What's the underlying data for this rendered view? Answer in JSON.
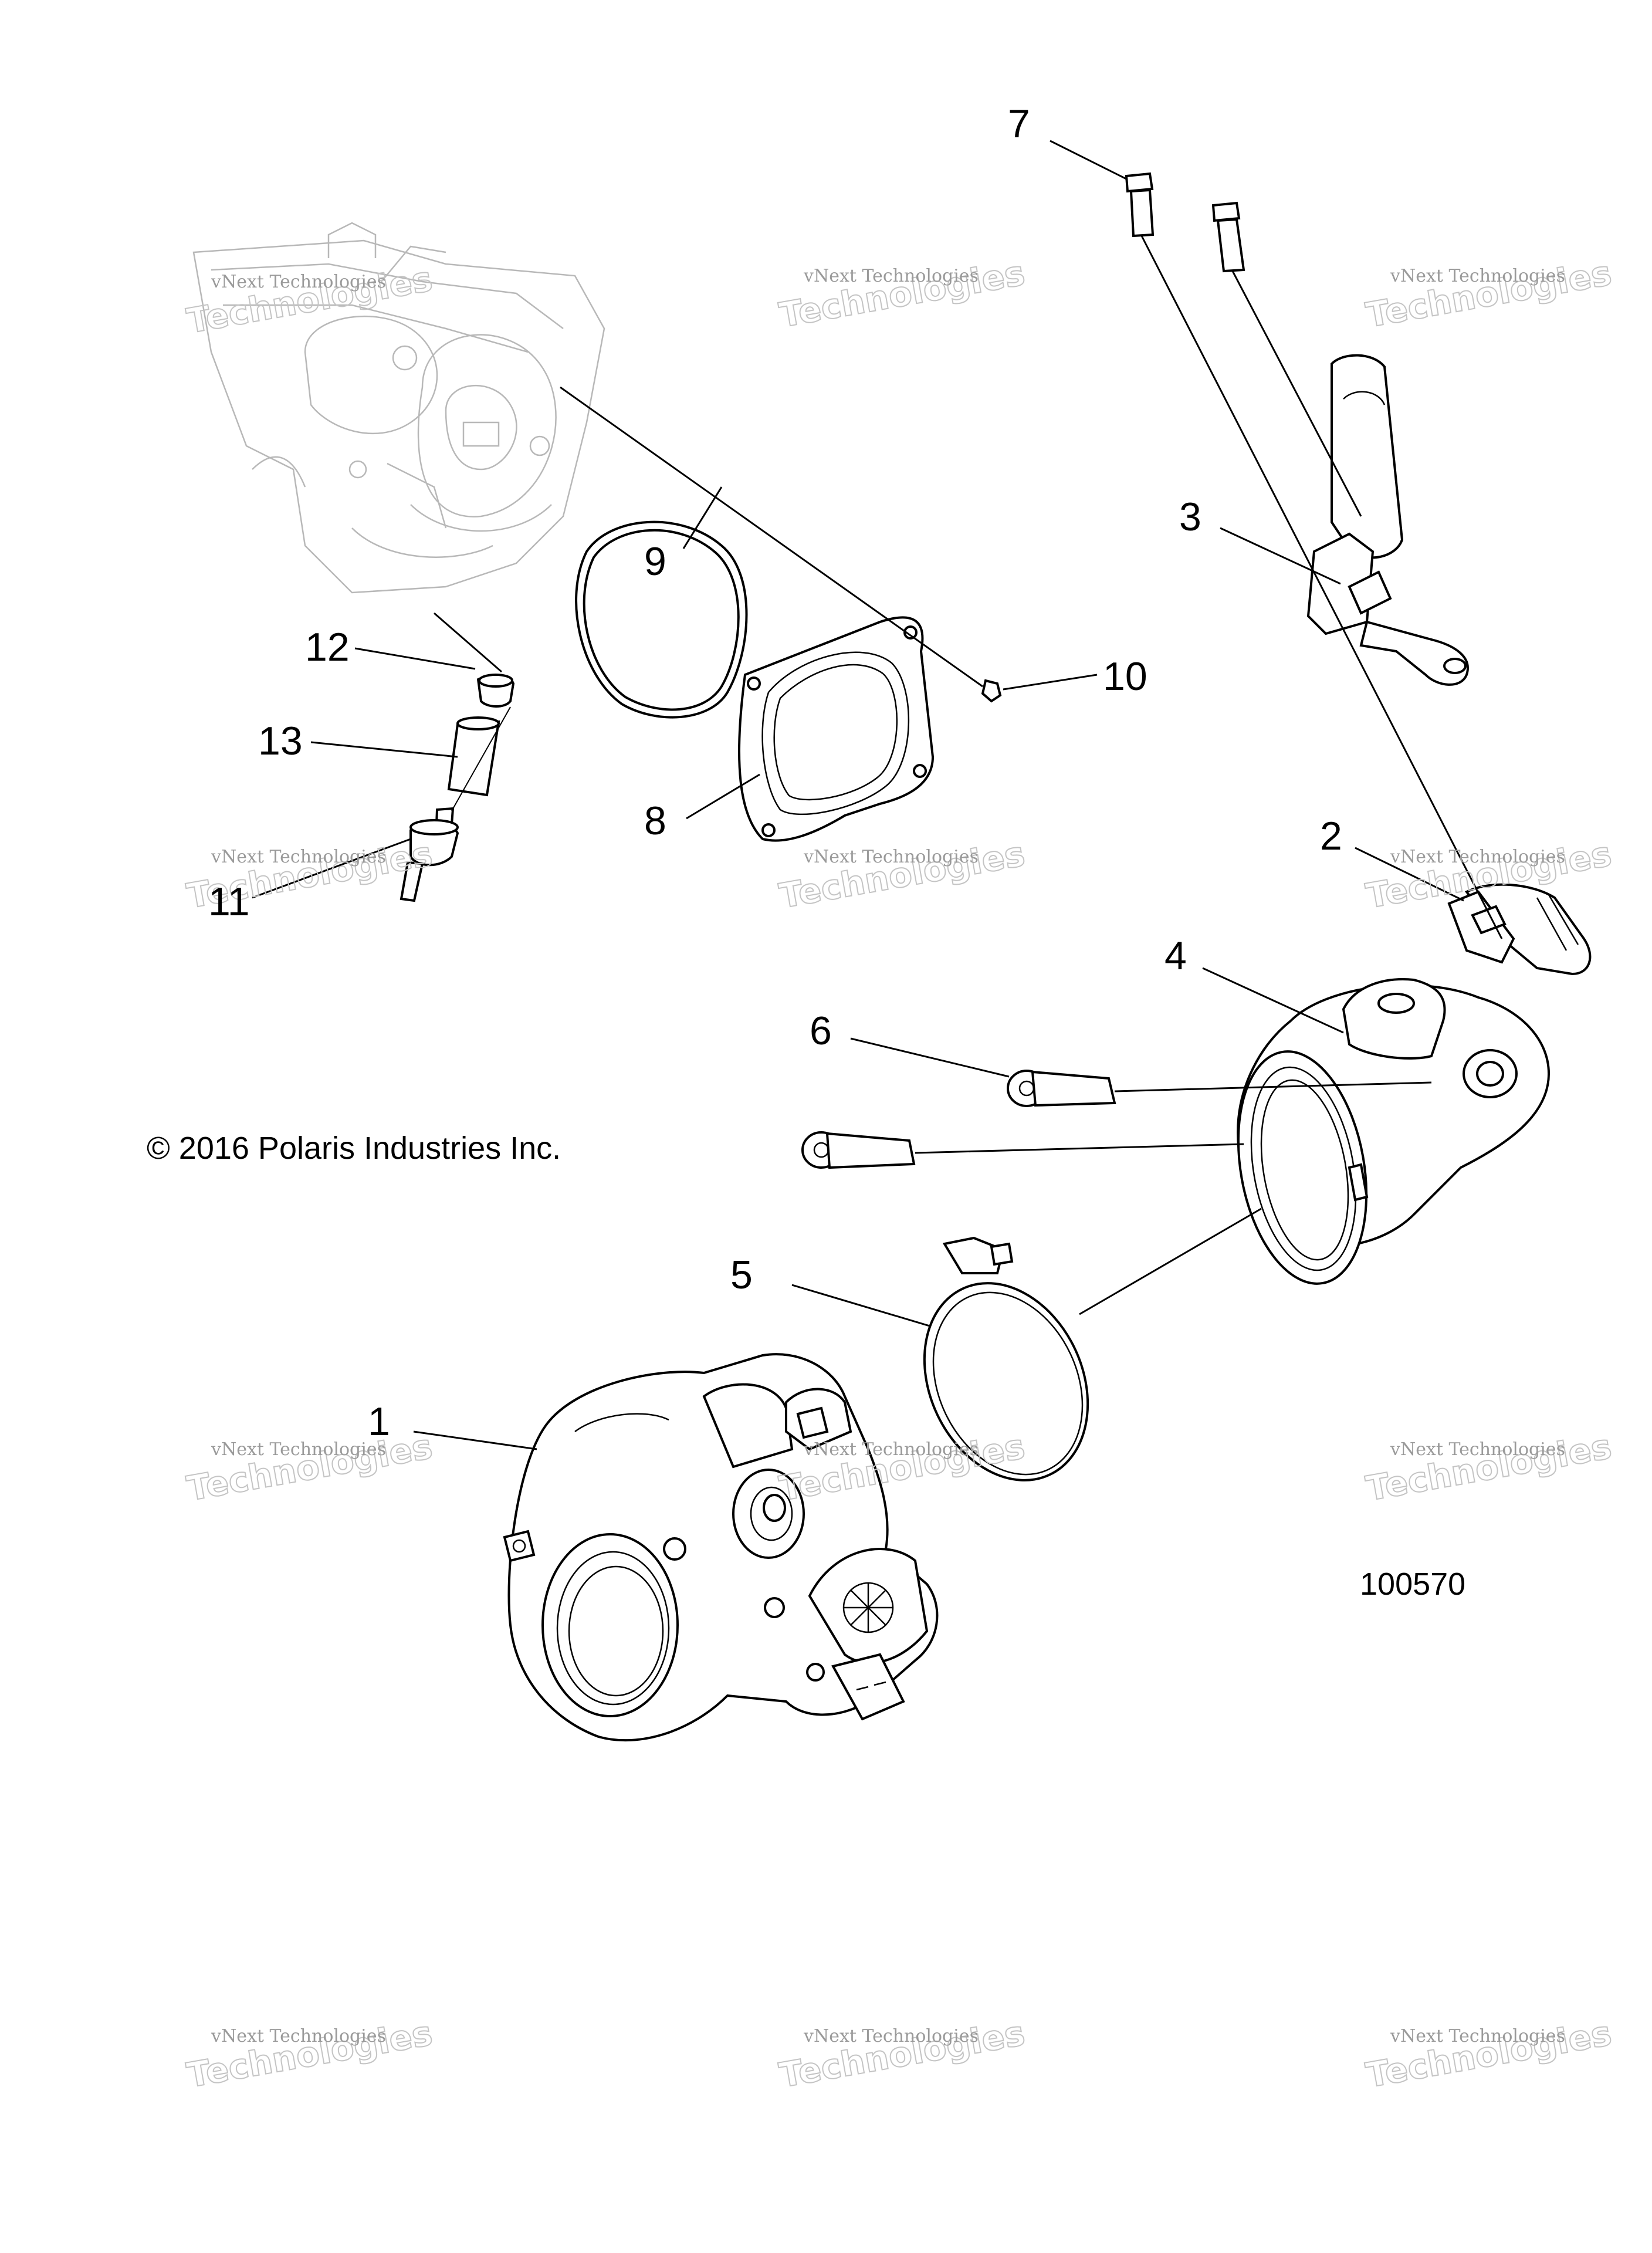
{
  "diagram": {
    "callouts": [
      "1",
      "2",
      "3",
      "4",
      "5",
      "6",
      "7",
      "8",
      "9",
      "10",
      "11",
      "12",
      "13"
    ],
    "copyright": "© 2016 Polaris Industries Inc.",
    "figure_number": "100570",
    "watermark": {
      "line1": "vNext Technologies",
      "line2": "Technologies"
    }
  }
}
